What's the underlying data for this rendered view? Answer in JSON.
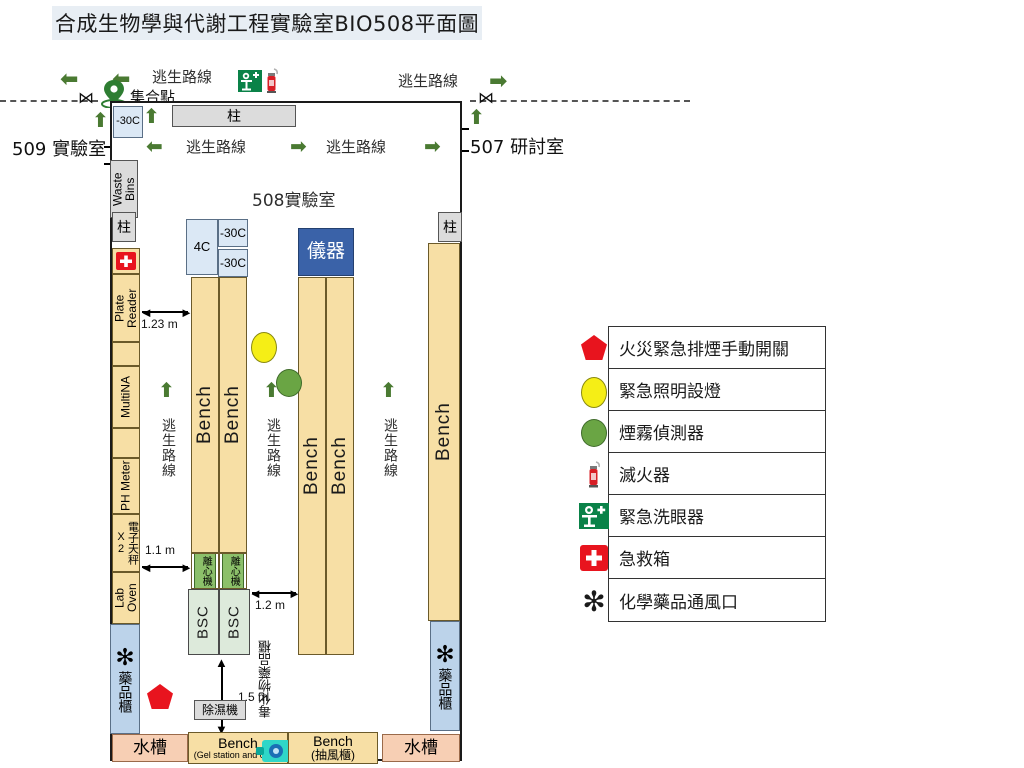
{
  "title": "合成生物學與代謝工程實驗室BIO508平面圖",
  "rooms": {
    "main": "508實驗室",
    "left_neighbor": "509 實驗室",
    "right_neighbor": "507 研討室"
  },
  "assembly_point": "集合點",
  "escape_route_label": "逃生路線",
  "escape_routes": {
    "top_left": "逃生路線",
    "top_right": "逃生路線",
    "corridor_left": "逃生路線",
    "corridor_right": "逃生路線",
    "vertical_1": "逃生路線",
    "vertical_2": "逃生路線",
    "vertical_3": "逃生路線"
  },
  "pillars": {
    "top": "柱",
    "left": "柱",
    "right": "柱"
  },
  "equipment": {
    "waste_bins": "Waste Bins",
    "freezer_top": "-30C",
    "freezer_a": "-30C",
    "freezer_b": "-30C",
    "fridge_4c": "4C",
    "instrument": "儀器",
    "plate_reader": "Plate Reader",
    "multina": "MultiNA",
    "ph_meter": "PH Meter",
    "balance": "電子天秤 X2",
    "lab_oven": "Lab Oven",
    "chem_cabinet_left": "藥品櫃",
    "chem_cabinet_right": "藥品櫃",
    "bench": "Bench",
    "bsc": "BSC",
    "centrifuge": "離心機",
    "dehumidifier": "除濕機",
    "toxic_cabinet": "毒化物藥品櫃",
    "sink": "水槽",
    "bench_gel": "Bench",
    "bench_gel_sub": "(Gel station and oven)",
    "bench_hood": "Bench",
    "bench_hood_sub": "(抽風櫃)"
  },
  "dimensions": {
    "d1": "1.23 m",
    "d2": "1.1 m",
    "d3": "1.2 m",
    "d4": "1.5 m"
  },
  "legend": {
    "items": [
      {
        "icon": "fire-smoke-exhaust-switch-icon",
        "label": "火災緊急排煙手動開關"
      },
      {
        "icon": "emergency-light-icon",
        "label": "緊急照明設燈"
      },
      {
        "icon": "smoke-detector-icon",
        "label": "煙霧偵測器"
      },
      {
        "icon": "fire-extinguisher-icon",
        "label": "滅火器"
      },
      {
        "icon": "eyewash-station-icon",
        "label": "緊急洗眼器"
      },
      {
        "icon": "first-aid-kit-icon",
        "label": "急救箱"
      },
      {
        "icon": "chemical-vent-fan-icon",
        "label": "化學藥品通風口"
      }
    ]
  },
  "colors": {
    "room_green": "#c9e0c0",
    "bench": "#f7dfa5",
    "chem_cabinet": "#bcd3ea",
    "sink": "#f7cfb4",
    "instrument_blue": "#3a62a8",
    "arrow_green": "#4a7a32",
    "alarm_red": "#e8141e",
    "emergency_yellow": "#f5ee16",
    "detector_green": "#6aa544"
  }
}
